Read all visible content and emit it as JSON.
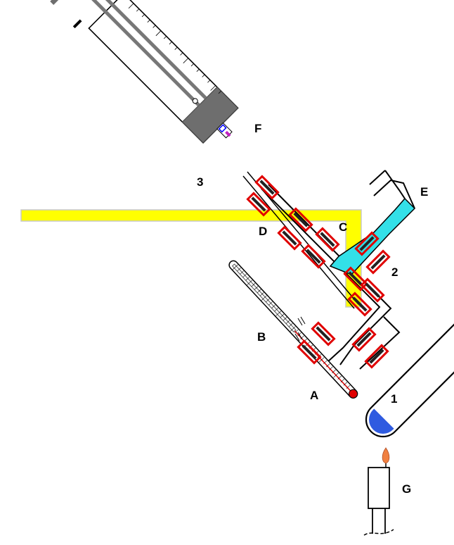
{
  "labels": {
    "A": "A",
    "B": "B",
    "C": "C",
    "D": "D",
    "E": "E",
    "F": "F",
    "G": "G",
    "n1": "1",
    "n2": "2",
    "n3": "3"
  },
  "colors": {
    "outline": "#000000",
    "clamp": "#e00000",
    "condenser": "#ffff00",
    "condenser_edge": "#c8c8c8",
    "liquid_cyan": "#33e0e8",
    "liquid_blue": "#2f5be0",
    "syringe_gray": "#6e6e6e",
    "syringe_dark": "#555555",
    "flame": "#f08040",
    "needle_tip": "#0000ff",
    "needle_accent": "#c020c0"
  }
}
